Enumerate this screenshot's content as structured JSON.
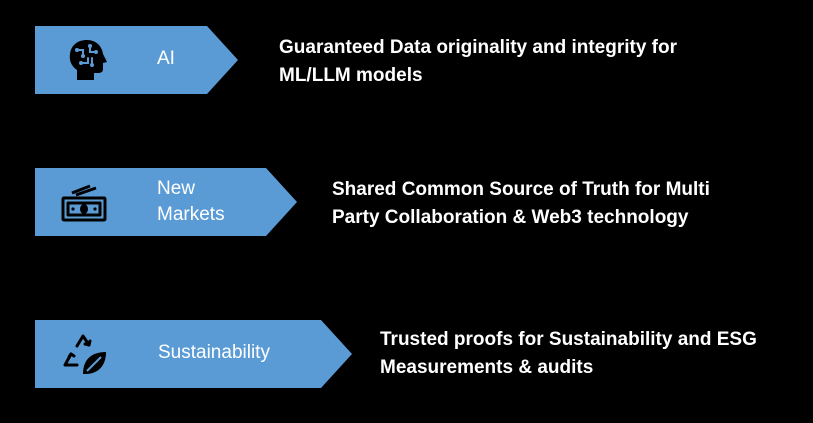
{
  "rows": [
    {
      "label_lines": [
        "AI"
      ],
      "icon": "ai-head-icon",
      "description_lines": [
        "Guaranteed Data originality and integrity for",
        "ML/LLM models"
      ]
    },
    {
      "label_lines": [
        "New",
        "Markets"
      ],
      "icon": "money-icon",
      "description_lines": [
        "Shared Common Source of Truth for Multi",
        "Party Collaboration & Web3 technology"
      ]
    },
    {
      "label_lines": [
        "Sustainability"
      ],
      "icon": "recycle-leaf-icon",
      "description_lines": [
        "Trusted proofs for Sustainability and ESG",
        "Measurements & audits"
      ]
    }
  ],
  "colors": {
    "background": "#000000",
    "arrow_fill": "#5b9bd5",
    "icon_stroke": "#000000",
    "text": "#ffffff"
  }
}
